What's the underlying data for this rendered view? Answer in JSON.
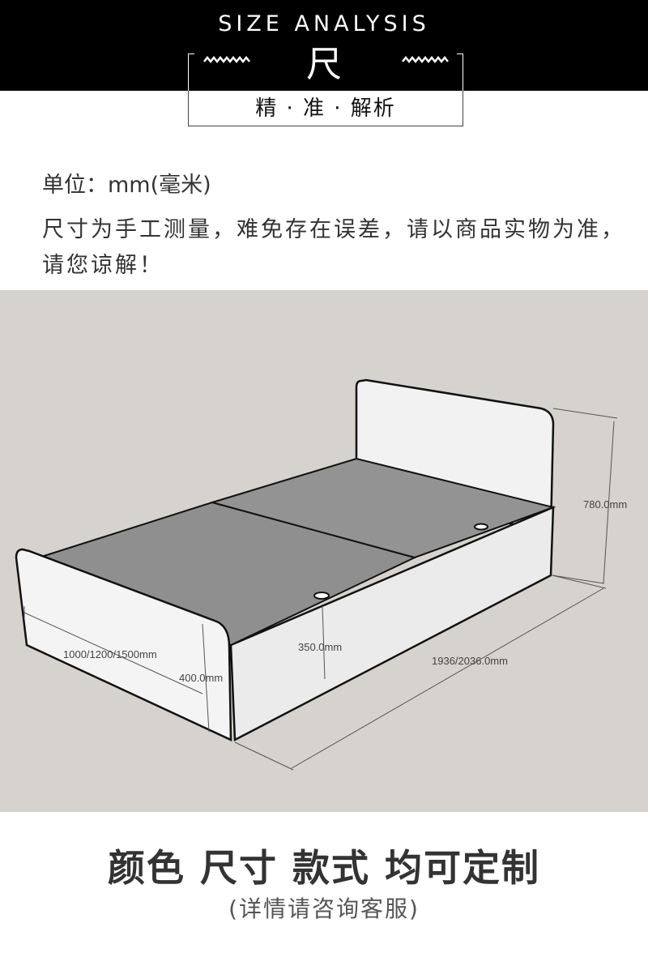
{
  "header": {
    "title_en": "SIZE ANALYSIS",
    "title_cn": "尺寸",
    "subtitle": "精 · 准 · 解析"
  },
  "info": {
    "unit": "单位：mm(毫米)",
    "note": "尺寸为手工测量，难免存在误差，请以商品实物为准，请您谅解！"
  },
  "diagram": {
    "width_label": "1000/1200/1500mm",
    "footboard_height_label": "400.0mm",
    "frame_height_label": "350.0mm",
    "length_label": "1936/2036.0mm",
    "headboard_height_label": "780.0mm"
  },
  "footer": {
    "title": "颜色 尺寸 款式 均可定制",
    "subtitle": "(详情请咨询客服)"
  },
  "colors": {
    "header_bg": "#000000",
    "diagram_bg": "#d6d2cd",
    "mattress_top": "#8f8f8f",
    "panel": "#f2f2f2"
  }
}
